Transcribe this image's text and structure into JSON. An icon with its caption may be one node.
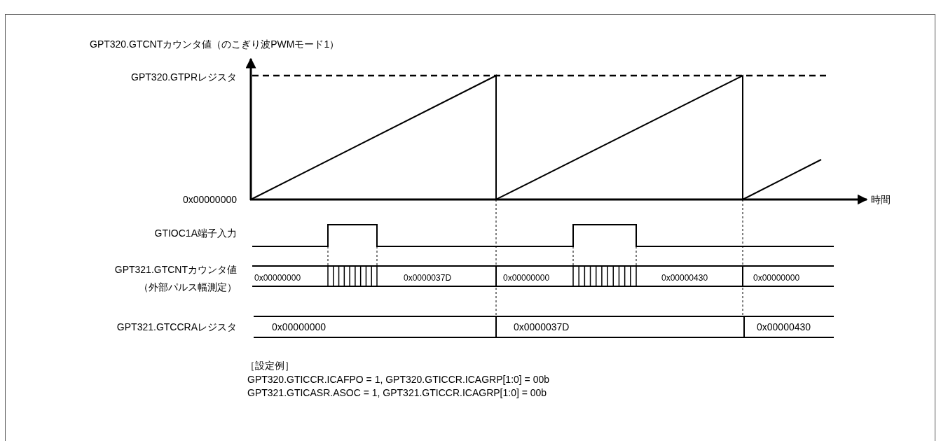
{
  "diagram": {
    "labels": [
      "GPT320.GTCNTカウンタ値（のこぎり波PWMモード1）",
      "GPT320.GTPRレジスタ",
      "0x00000000",
      "時間",
      "GTIOC1A端子入力",
      "GPT321.GTCNTカウンタ値",
      "（外部パルス幅測定）",
      "0x00000000",
      "0x0000037D",
      "0x00000000",
      "0x00000430",
      "0x00000000",
      "GPT321.GTCCRAレジスタ",
      "0x00000000",
      "0x0000037D",
      "0x00000430",
      "［設定例］",
      "GPT320.GTICCR.ICAFPO = 1, GPT320.GTICCR.ICAGRP[1:0] = 00b",
      "GPT321.GTICASR.ASOC = 1, GPT321.GTICCR.ICAGRP[1:0] = 00b"
    ]
  }
}
